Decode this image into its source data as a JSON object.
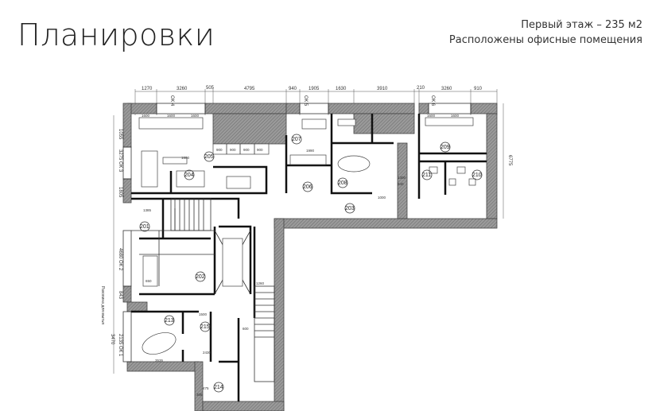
{
  "header": {
    "title": "Планировки",
    "floor_info": "Первый этаж – 235 м2",
    "description": "Расположены офисные помещения"
  },
  "plan": {
    "top_dimensions": [
      "1270",
      "3260",
      "505",
      "4795",
      "940",
      "1905",
      "1630",
      "3910",
      "210",
      "3260",
      "910"
    ],
    "left_dimensions": [
      "1055",
      "3275 ОК 3",
      "1805",
      "4680 ОК 2",
      "843",
      "3470",
      "2135 ОК 1"
    ],
    "right_dimension": "6775",
    "windows": [
      "ОК 4",
      "ОК 5",
      "ОК 6"
    ],
    "rooms": [
      "205",
      "204",
      "207",
      "206",
      "208",
      "209",
      "211",
      "210",
      "203",
      "201",
      "202",
      "213",
      "215",
      "214"
    ],
    "interior_dimensions": [
      "1600",
      "1600",
      "1600",
      "900",
      "900",
      "900",
      "900",
      "1990",
      "1600",
      "1300",
      "940",
      "1000",
      "1385",
      "650",
      "1260",
      "600",
      "1500",
      "2430",
      "3535",
      "475",
      "305",
      "1600",
      "1600"
    ],
    "side_note": "Раковина для мытья"
  }
}
